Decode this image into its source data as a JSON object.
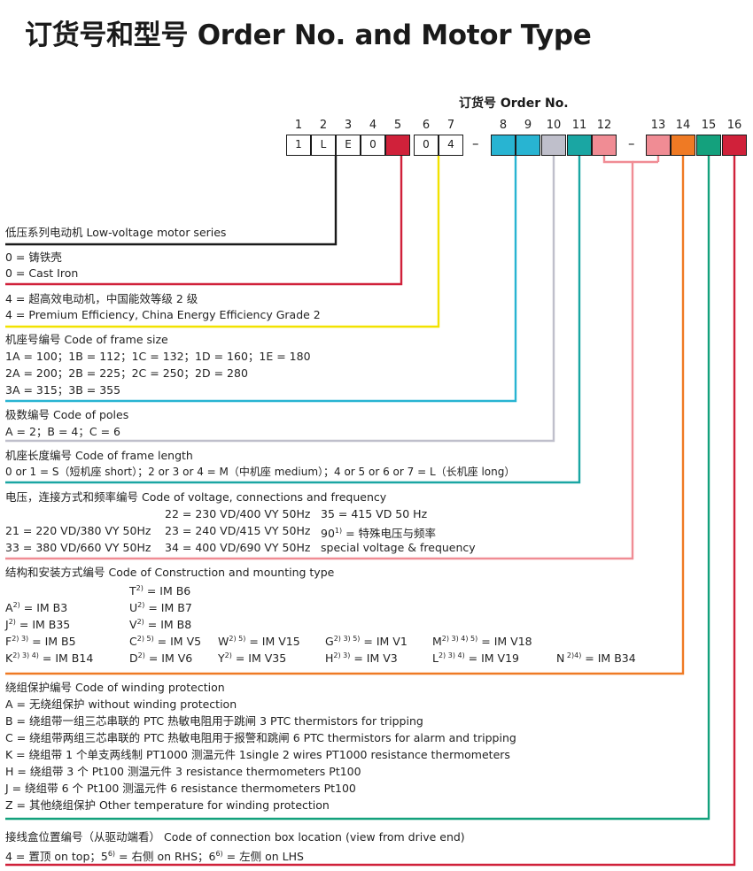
{
  "title": "订货号和型号 Order No. and Motor Type",
  "order_label": "订货号 Order No.",
  "positions": [
    "1",
    "2",
    "3",
    "4",
    "5",
    "6",
    "7",
    "8",
    "9",
    "10",
    "11",
    "12",
    "13",
    "14",
    "15",
    "16"
  ],
  "boxes": [
    "1",
    "L",
    "E",
    "0",
    "",
    "0",
    "4",
    "",
    "",
    "",
    "",
    "",
    "",
    "",
    "",
    ""
  ],
  "colors": {
    "black": "#1a1a1a",
    "red": "#d0213a",
    "yellow": "#f2e200",
    "cyan": "#28b4d2",
    "grey": "#bfbfcb",
    "teal": "#1aa6a3",
    "pink": "#f08c94",
    "orange": "#ef7a24",
    "green": "#14a17d"
  },
  "sections": {
    "series": {
      "heading": "低压系列电动机   Low-voltage motor series"
    },
    "material": {
      "l1": "0 = 铸铁壳",
      "l2": "0 = Cast Iron"
    },
    "efficiency": {
      "l1": "4 = 超高效电动机，中国能效等级 2 级",
      "l2": "4 = Premium Efficiency, China Energy Efficiency Grade 2"
    },
    "frame_size": {
      "heading": "机座号编号   Code of frame size",
      "l1": "1A = 100；1B = 112；1C = 132；1D = 160；1E = 180",
      "l2": "2A = 200；2B = 225；2C = 250；2D = 280",
      "l3": "3A = 315；3B = 355"
    },
    "poles": {
      "heading": "极数编号   Code of poles",
      "l1": "A = 2；B = 4；C = 6"
    },
    "frame_length": {
      "heading": "机座长度编号   Code of frame length",
      "l1": "0 or 1 = S（短机座 short）；2 or 3 or 4 = M（中机座 medium）；4 or 5 or 6 or 7 = L（长机座 long）"
    },
    "voltage": {
      "heading": "电压，连接方式和频率编号   Code of voltage, connections and frequency",
      "c22": "22 = 230 VD/400 VY 50Hz",
      "c35": "35 = 415 VD 50 Hz",
      "c21": "21 = 220 VD/380 VY 50Hz",
      "c23": "23 = 240 VD/415 VY 50Hz",
      "c90a": "90",
      "c90sup": "1)",
      "c90b": " = 特殊电压与频率",
      "c33": "33 = 380 VD/660 VY 50Hz",
      "c34": "34 = 400 VD/690 VY 50Hz",
      "special": "special voltage & frequency"
    },
    "construction": {
      "heading": "结构和安装方式编号   Code of Construction and mounting type",
      "items": [
        {
          "k": "T",
          "s": "2)",
          "v": " = IM B6"
        },
        {
          "k": "A",
          "s": "2)",
          "v": " = IM B3"
        },
        {
          "k": "U",
          "s": "2)",
          "v": " = IM B7"
        },
        {
          "k": "J",
          "s": "2)",
          "v": " = IM B35"
        },
        {
          "k": "V",
          "s": "2)",
          "v": " = IM B8"
        },
        {
          "k": "F",
          "s": "2) 3)",
          "v": " = IM B5"
        },
        {
          "k": "C",
          "s": "2) 5)",
          "v": " = IM V5"
        },
        {
          "k": "W",
          "s": "2) 5)",
          "v": " = IM V15"
        },
        {
          "k": "G",
          "s": "2) 3) 5)",
          "v": " = IM V1"
        },
        {
          "k": "M",
          "s": "2) 3) 4) 5)",
          "v": " = IM V18"
        },
        {
          "k": "K",
          "s": "2) 3) 4)",
          "v": " = IM B14"
        },
        {
          "k": "D",
          "s": "2)",
          "v": " = IM V6"
        },
        {
          "k": "Y",
          "s": "2)",
          "v": " = IM V35"
        },
        {
          "k": "H",
          "s": "2) 3)",
          "v": " = IM V3"
        },
        {
          "k": "L",
          "s": "2) 3) 4)",
          "v": " = IM V19"
        },
        {
          "k": "N",
          "s": " 2)4)",
          "v": " = IM B34"
        }
      ]
    },
    "winding": {
      "heading": "绕组保护编号   Code of winding protection",
      "lines": [
        "A = 无绕组保护    without winding protection",
        "B = 绕组带一组三芯串联的 PTC 热敏电阻用于跳闸    3 PTC thermistors for tripping",
        "C = 绕组带两组三芯串联的 PTC 热敏电阻用于报警和跳闸    6 PTC thermistors for alarm and tripping",
        "K = 绕组带 1 个单支两线制 PT1000 测温元件    1single 2 wires PT1000 resistance thermometers",
        "H = 绕组带 3 个 Pt100 测温元件    3 resistance thermometers Pt100",
        "J = 绕组带 6 个 Pt100 测温元件    6 resistance thermometers Pt100",
        "Z = 其他绕组保护    Other temperature for winding protection"
      ]
    },
    "box_location": {
      "heading": "接线盒位置编号（从驱动端看）   Code of connection box location (view from drive end)",
      "p1": "4 = 置顶    on top；5",
      "s1": "6)",
      "p2": " = 右侧    on RHS；6",
      "s2": "6)",
      "p3": " = 左侧    on LHS"
    }
  }
}
